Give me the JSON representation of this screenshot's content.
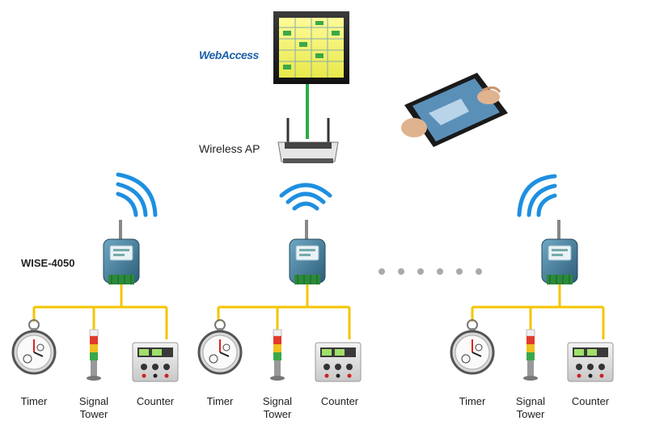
{
  "webaccess": {
    "logo_text": "WebAccess"
  },
  "access_point": {
    "label": "Wireless AP"
  },
  "module_label": "WISE-4050",
  "groups": [
    {
      "timer": "Timer",
      "signal_tower_line1": "Signal",
      "signal_tower_line2": "Tower",
      "counter": "Counter"
    },
    {
      "timer": "Timer",
      "signal_tower_line1": "Signal",
      "signal_tower_line2": "Tower",
      "counter": "Counter"
    },
    {
      "timer": "Timer",
      "signal_tower_line1": "Signal",
      "signal_tower_line2": "Tower",
      "counter": "Counter"
    }
  ],
  "colors": {
    "wire": "#f5c400",
    "link": "#2faa48",
    "wifi": "#1e8fe0",
    "module": "#3a7a9a",
    "dots": "#aaaaaa"
  }
}
